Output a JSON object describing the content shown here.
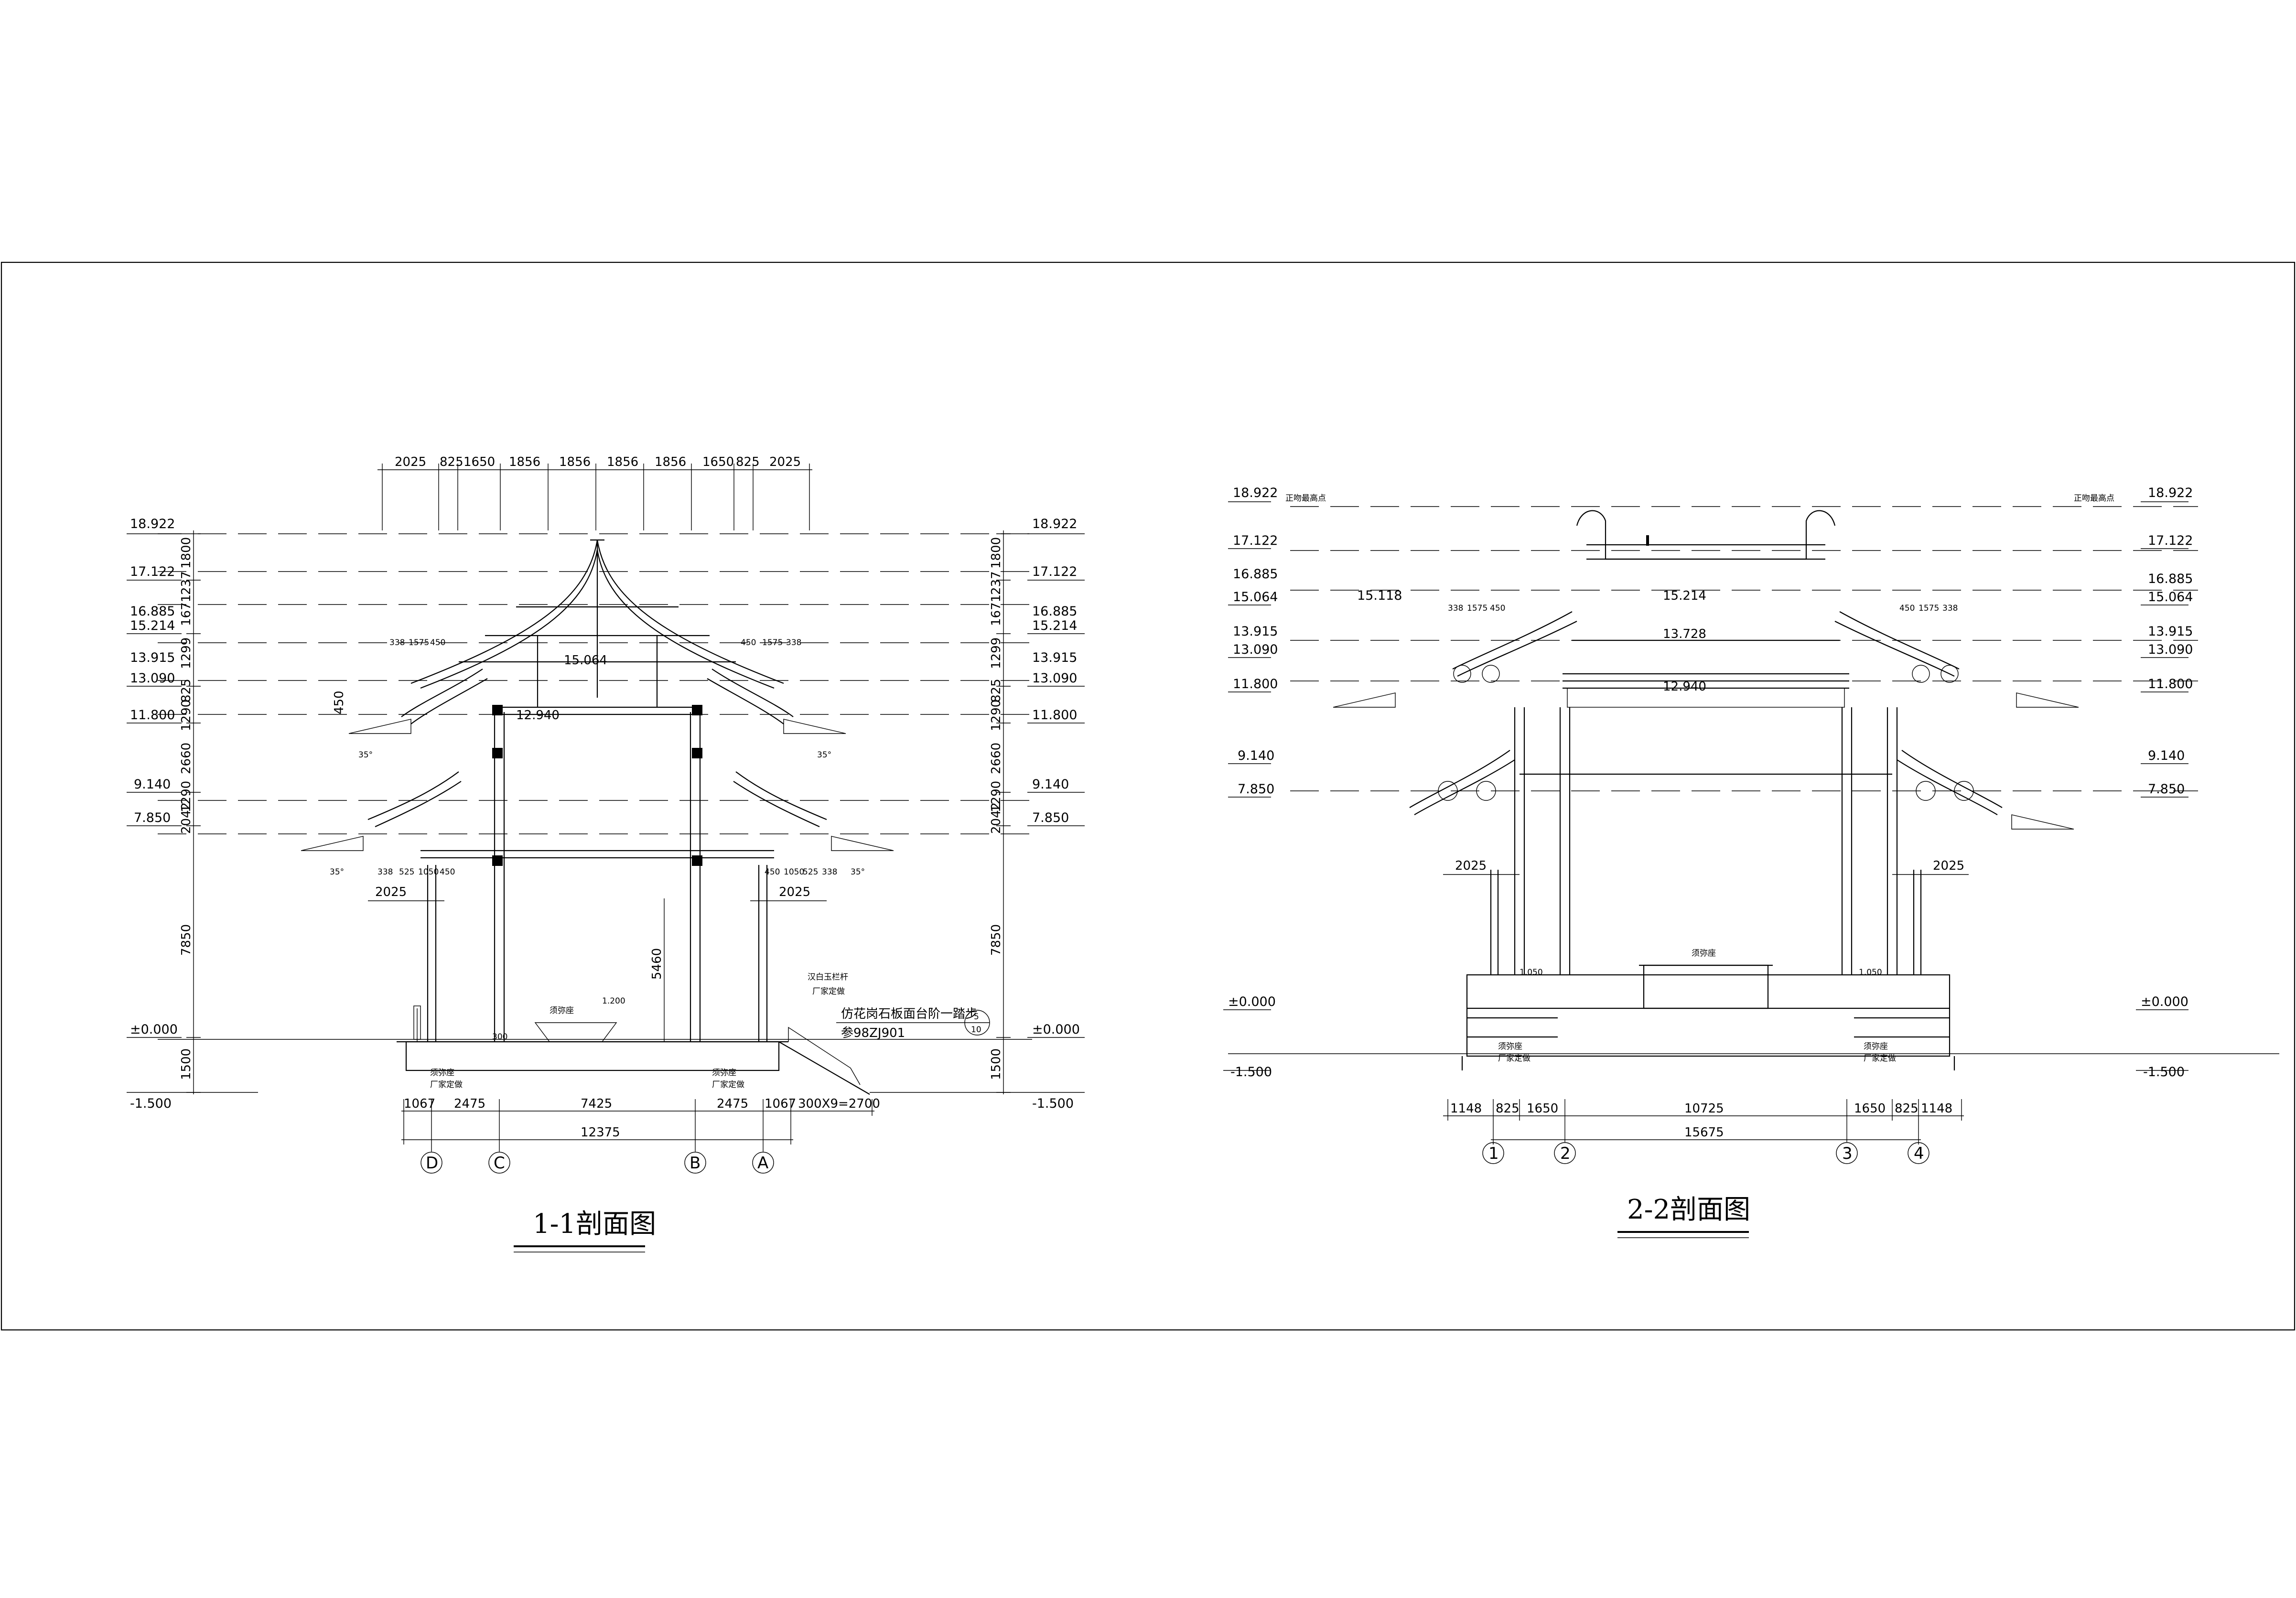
{
  "section1": {
    "title": "1-1剖面图",
    "top_dims": [
      "2025",
      "825",
      "1650",
      "1856",
      "1856",
      "1856",
      "1856",
      "1650",
      "825",
      "2025"
    ],
    "elevations": [
      "18.922",
      "17.122",
      "16.885",
      "15.214",
      "13.915",
      "13.090",
      "11.800",
      "9.140",
      "7.850",
      "±0.000",
      "-1.500"
    ],
    "vert_dims": [
      "1800",
      "237",
      "1671",
      "1299",
      "825",
      "1290",
      "2660",
      "1290",
      "2042",
      "7850",
      "1500"
    ],
    "inner_values": [
      "15.064",
      "12.940"
    ],
    "bottom_dims": [
      "1067",
      "2475",
      "7425",
      "2475",
      "1067"
    ],
    "bottom_dim2": "300X9=2700",
    "total": "12375",
    "grid_labels": [
      "D",
      "C",
      "B",
      "A"
    ],
    "eave_dims_upper": [
      "338",
      "1575",
      "450"
    ],
    "eave_dims_lower": [
      "338",
      "525",
      "1050",
      "450"
    ],
    "eave_total": "2025",
    "col_height": "5460",
    "angle": "35°",
    "dim_450": "450",
    "dim_1200": "1.200",
    "dim_300": "300",
    "notes": [
      "厂家定做",
      "须弥座",
      "汉白玉栏杆",
      "仿花岗石板面台阶一踏步",
      "参98ZJ901"
    ],
    "detail_ref": [
      "5",
      "10"
    ]
  },
  "section2": {
    "title": "2-2剖面图",
    "elevations_left": [
      "18.922",
      "17.122",
      "16.885",
      "15.064",
      "15.118",
      "13.915",
      "13.090",
      "11.800",
      "9.140",
      "7.850",
      "±0.000",
      "-1.500"
    ],
    "elevations_right": [
      "18.922",
      "17.122",
      "16.885",
      "15.064",
      "13.915",
      "13.090",
      "11.800",
      "9.140",
      "7.850",
      "±0.000",
      "-1.500"
    ],
    "inner_values": [
      "15.214",
      "13.728",
      "12.940"
    ],
    "bottom_dims": [
      "1148",
      "825",
      "1650",
      "10725",
      "1650",
      "825",
      "1148"
    ],
    "total": "15675",
    "grid_labels": [
      "1",
      "2",
      "3",
      "4"
    ],
    "eave_dims": [
      "338",
      "1575",
      "450"
    ],
    "eave_total": "2025",
    "dim_1050": "1.050",
    "notes": [
      "正吻最高点",
      "须弥座",
      "厂家定做"
    ]
  }
}
